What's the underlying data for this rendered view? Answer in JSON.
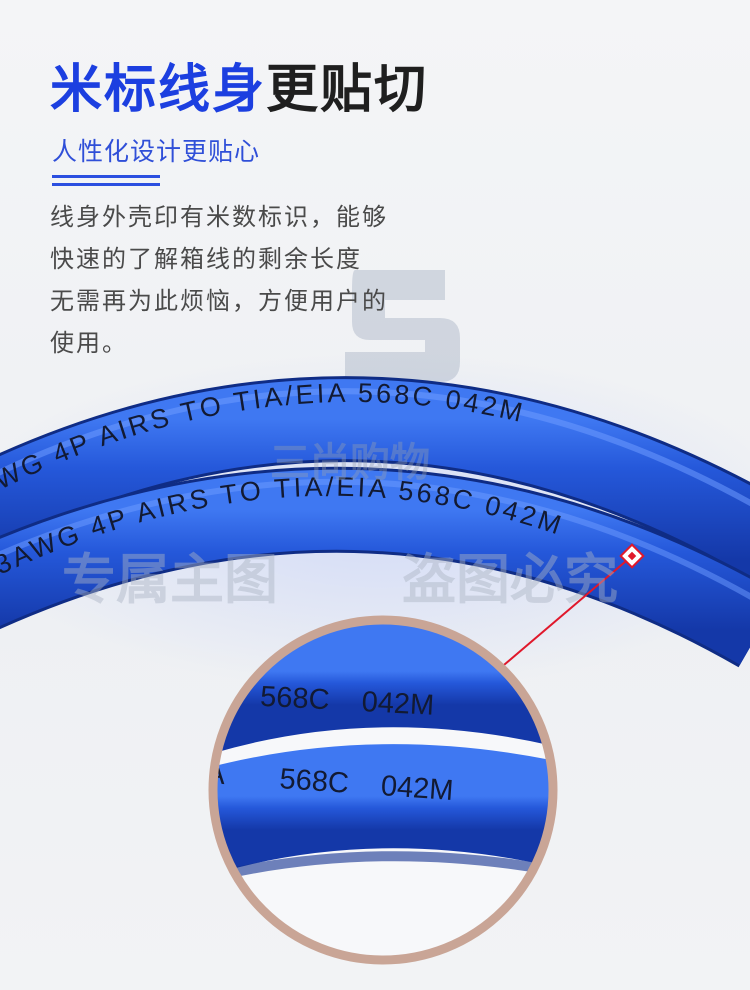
{
  "title_blue": "米标线身",
  "title_dark": "更贴切",
  "subtitle": "人性化设计更贴心",
  "description_lines": [
    "线身外壳印有米数标识，能够",
    "快速的了解箱线的剩余长度",
    "无需再为此烦恼，方便用户的",
    "使用。"
  ],
  "cable_print": {
    "outer_line": "WG 4P AIRS  TO TIA/EIA     568C      042M",
    "inner_line": "3AWG 4P AIRS  TO TIA/EIA     568C      042M",
    "zoom_upper": "568C    042M",
    "zoom_lower": "A       568C    042M"
  },
  "watermarks": {
    "top": "三尚购物",
    "left": "专属主图",
    "right": "盗图必究"
  },
  "colors": {
    "title_blue": "#1c3fe0",
    "title_dark": "#1f1f1f",
    "subtitle_blue": "#2f4fd8",
    "cable_blue": "#1f56d6",
    "magnifier_ring": "#c9a596",
    "pointer_red": "#e0182b"
  }
}
